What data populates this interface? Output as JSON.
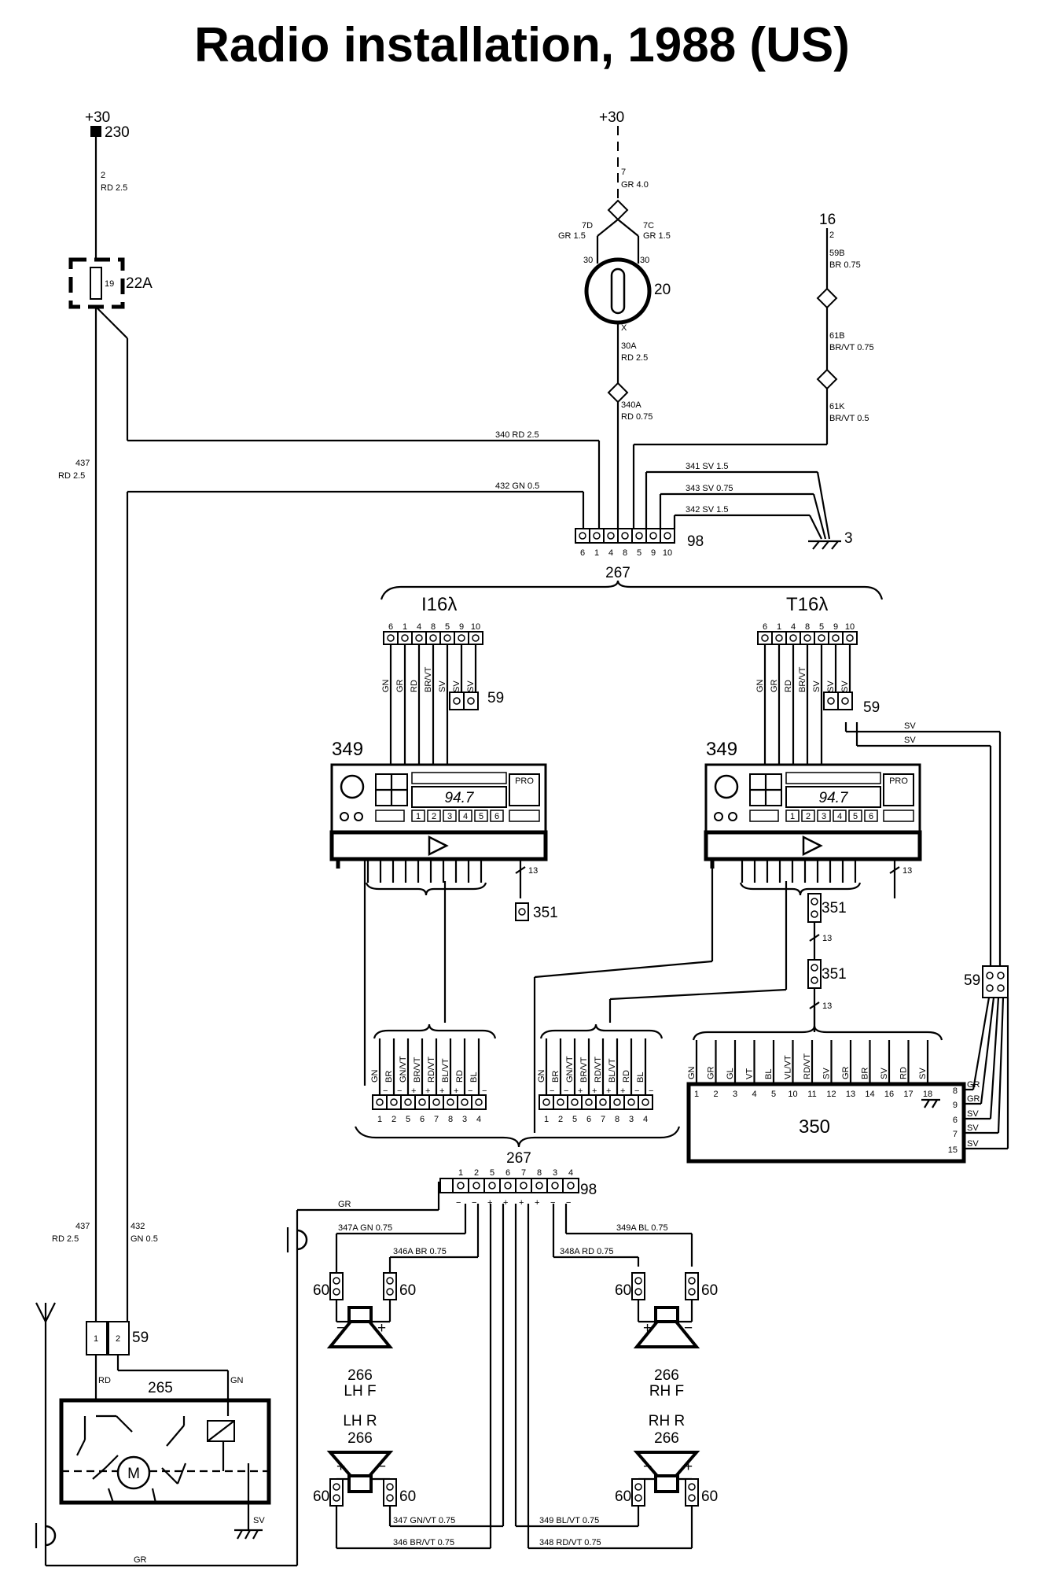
{
  "title": "Radio installation, 1988 (US)",
  "labels": {
    "plus30": "+30",
    "c230": "230",
    "c22a": "22A",
    "fuse_no": "19",
    "c20": "20",
    "c16": "16",
    "c98": "98",
    "c267": "267",
    "c3": "3",
    "c59": "59",
    "c349": "349",
    "c351": "351",
    "c350": "350",
    "c265": "265",
    "c266": "266",
    "c60": "60",
    "i16": "I16λ",
    "t16": "T16λ",
    "lhf": "LH F",
    "rhf": "RH F",
    "lhr": "LH R",
    "rhr": "RH R",
    "m": "M",
    "freq": "94.7",
    "pro": "PRO"
  },
  "wires": {
    "w2": "2",
    "w2c": "RD 2.5",
    "w7": "7",
    "w7c": "GR 4.0",
    "w7d": "7D",
    "w7dc": "GR 1.5",
    "w7c2": "7C",
    "w7cc": "GR 1.5",
    "w30": "30",
    "wx": "X",
    "w30a": "30A",
    "w30ac": "RD 2.5",
    "w340a": "340A",
    "w340ac": "RD 0.75",
    "w340": "340 RD 2.5",
    "w437": "437",
    "w437c": "RD 2.5",
    "w432": "432 GN 0.5",
    "w432n": "432",
    "w432c": "GN 0.5",
    "w341": "341 SV 1.5",
    "w343": "343 SV 0.75",
    "w342": "342 SV 1.5",
    "w59b": "59B",
    "w59bc": "BR 0.75",
    "w61b": "61B",
    "w61bc": "BR/VT 0.75",
    "w61k": "61K",
    "w61kc": "BR/VT 0.5",
    "w16n": "2",
    "w347a": "347A GN 0.75",
    "w346a": "346A BR 0.75",
    "w348a": "348A RD 0.75",
    "w349a": "349A BL 0.75",
    "w347": "347 GN/VT 0.75",
    "w346": "346 BR/VT 0.75",
    "w349": "349 BL/VT 0.75",
    "w348": "348 RD/VT 0.75",
    "w13": "13",
    "gr": "GR",
    "gn": "GN",
    "rd": "RD",
    "sv": "SV"
  },
  "connector98_top": [
    "6",
    "1",
    "4",
    "8",
    "5",
    "9",
    "10"
  ],
  "connector98_bottom": [
    "1",
    "2",
    "5",
    "6",
    "7",
    "8",
    "3",
    "4"
  ],
  "radio_pins": [
    "6",
    "1",
    "4",
    "8",
    "5",
    "9",
    "10"
  ],
  "radio_wire_colors": [
    "GN",
    "GR",
    "RD",
    "BR/VT",
    "SV",
    "SV",
    "SV"
  ],
  "speaker_wire_colors": [
    "GN",
    "BR",
    "GN/VT",
    "BR/VT",
    "RD/VT",
    "BL/VT",
    "RD",
    "BL"
  ],
  "speaker_pin_nums": [
    "1",
    "2",
    "5",
    "6",
    "7",
    "8",
    "3",
    "4"
  ],
  "speaker_polarity": [
    "−",
    "−",
    "+",
    "+",
    "+",
    "+",
    "−",
    "−"
  ],
  "amp_pin_colors": [
    "GN",
    "GR",
    "GL",
    "VT",
    "BL",
    "VL/VT",
    "RD/VT",
    "SV",
    "GR",
    "BR",
    "SV",
    "RD",
    "SV"
  ],
  "amp_pin_nums": [
    "1",
    "2",
    "3",
    "4",
    "5",
    "10",
    "11",
    "12",
    "13",
    "14",
    "16",
    "17",
    "18"
  ],
  "amp_side": [
    {
      "pin": "8",
      "color": "GR"
    },
    {
      "pin": "9",
      "color": "GR"
    },
    {
      "pin": "6",
      "color": "SV"
    },
    {
      "pin": "7",
      "color": "SV"
    },
    {
      "pin": "15",
      "color": "SV"
    }
  ],
  "presets": [
    "1",
    "2",
    "3",
    "4",
    "5",
    "6"
  ]
}
